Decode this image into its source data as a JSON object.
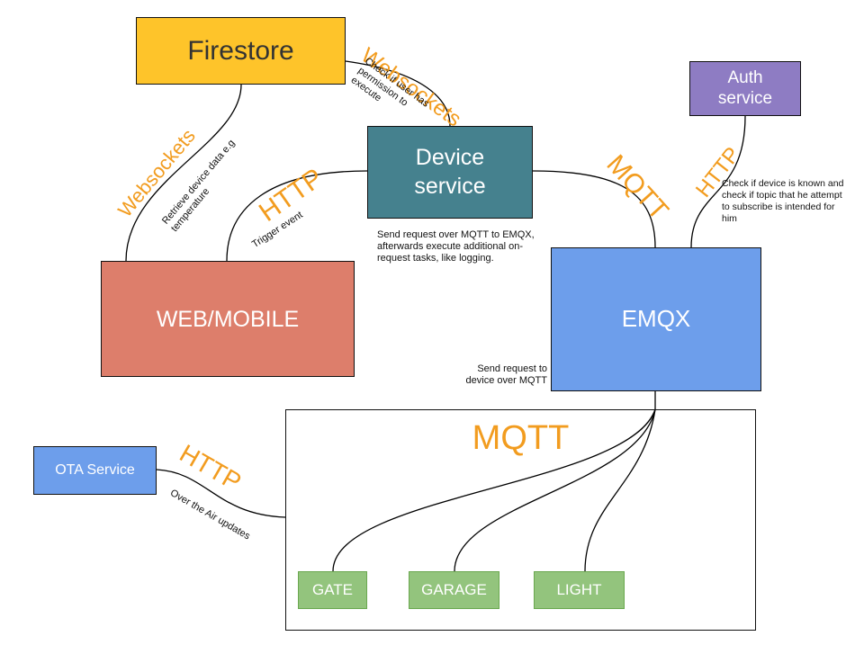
{
  "nodes": {
    "firestore": {
      "label": "Firestore",
      "color": "#FEC42A"
    },
    "auth_service": {
      "label": "Auth service",
      "color": "#8E7CC3"
    },
    "device_service": {
      "label": "Device service",
      "color": "#45818E"
    },
    "web_mobile": {
      "label": "WEB/MOBILE",
      "color": "#DD7E6B"
    },
    "emqx": {
      "label": "EMQX",
      "color": "#6D9EEB"
    },
    "ota_service": {
      "label": "OTA Service",
      "color": "#6D9EEB"
    },
    "mqtt_group": {
      "label": "MQTT"
    },
    "gate": {
      "label": "GATE",
      "color": "#93C47D"
    },
    "garage": {
      "label": "GARAGE",
      "color": "#93C47D"
    },
    "light": {
      "label": "LIGHT",
      "color": "#93C47D"
    }
  },
  "protocols": {
    "firestore_device": "Websockets",
    "firestore_web": "Websockets",
    "web_device": "HTTP",
    "device_emqx": "MQTT",
    "emqx_auth": "HTTP",
    "ota_mqtt": "HTTP"
  },
  "annotations": {
    "check_permission": "Check if user has permission to execute",
    "retrieve_data": "Retrieve device data e.g temperature",
    "trigger_event": "Trigger event",
    "device_service_note": "Send request over MQTT to EMQX, afterwards execute additional on-request tasks, like logging.",
    "auth_note": "Check if device is known and check if topic that he attempt to subscribe is intended for him",
    "emqx_note": "Send request to device over MQTT",
    "ota_note": "Over the Air updates"
  },
  "colors": {
    "protocol_label": "#F29C1F",
    "connector": "#000000"
  }
}
